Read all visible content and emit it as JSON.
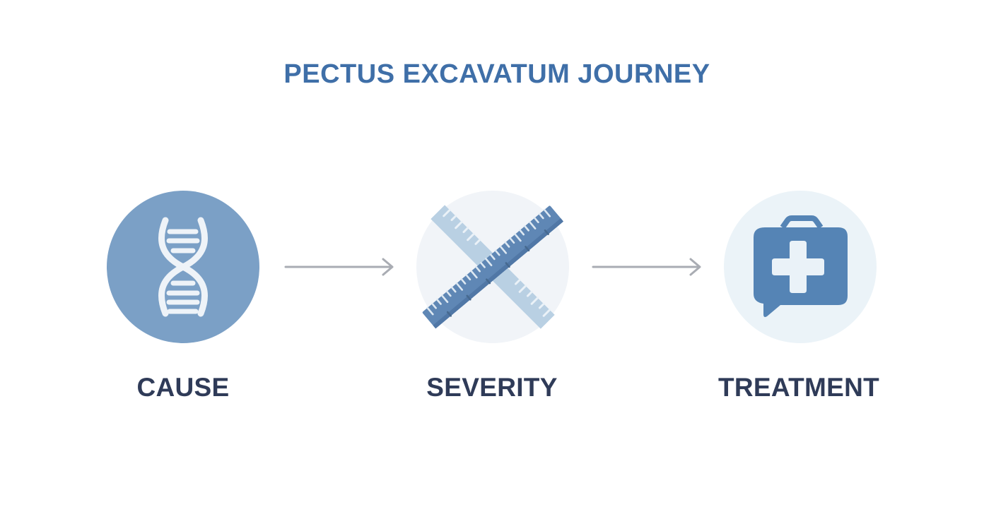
{
  "title": "PECTUS EXCAVATUM JOURNEY",
  "colors": {
    "title": "#3f6fa8",
    "label": "#2f3b58",
    "cause_circle": "#7ba0c6",
    "severity_circle": "#f1f4f8",
    "treatment_circle": "#ebf3f8",
    "icon_dark": "#5584b5",
    "icon_light": "#b9d0e3",
    "arrow": "#a9acb3"
  },
  "steps": [
    {
      "label": "CAUSE",
      "icon": "dna-icon"
    },
    {
      "label": "SEVERITY",
      "icon": "crossed-rulers-icon"
    },
    {
      "label": "TREATMENT",
      "icon": "medical-kit-chat-icon"
    }
  ],
  "connectors": [
    {
      "from": "CAUSE",
      "to": "SEVERITY",
      "icon": "arrow-right-icon"
    },
    {
      "from": "SEVERITY",
      "to": "TREATMENT",
      "icon": "arrow-right-icon"
    }
  ]
}
